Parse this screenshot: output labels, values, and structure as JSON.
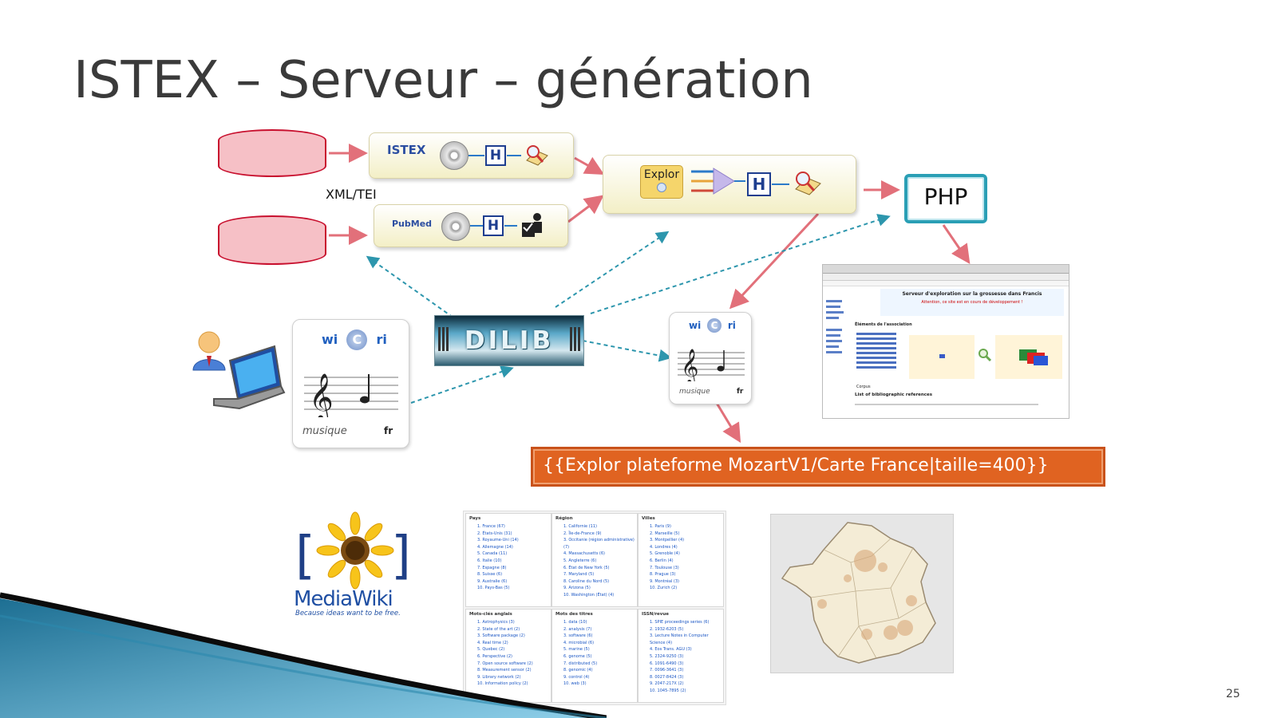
{
  "slide": {
    "title": "ISTEX – Serveur – génération",
    "page_number": "25"
  },
  "diagram": {
    "istex_logo": "ISTEX",
    "pubmed_logo": "PubMed",
    "xml_label": "XML/TEI",
    "explor_label": "Explor",
    "php_label": "PHP",
    "dilib_label": "DILIB",
    "h_label": "H",
    "wicri": {
      "left": "wi",
      "center": "C",
      "right": "ri",
      "caption": "musique",
      "lang": "fr"
    },
    "mozart_banner": "{{Explor plateforme MozartV1/Carte France|taille=400}}",
    "mediawiki_name": "MediaWiki",
    "mediawiki_tagline": "Because ideas want to be free."
  },
  "colors": {
    "arrow_red": "#e2707a",
    "arrow_teal": "#2d96ad",
    "banner": "#e06321",
    "php_border": "#2a9fb5"
  },
  "facets": [
    {
      "heading": "Pays",
      "items": [
        "1. France (67)",
        "2. États-Unis (31)",
        "3. Royaume-Uni (14)",
        "4. Allemagne (14)",
        "5. Canada (11)",
        "6. Italie (10)",
        "7. Espagne (8)",
        "8. Suisse (6)",
        "9. Australie (6)",
        "10. Pays-Bas (5)"
      ]
    },
    {
      "heading": "Région",
      "items": [
        "1. Californie (11)",
        "2. Île-de-France (9)",
        "3. Occitanie (région administrative) (7)",
        "4. Massachusetts (6)",
        "5. Angleterre (6)",
        "6. État de New York (5)",
        "7. Maryland (5)",
        "8. Caroline du Nord (5)",
        "9. Arizona (5)",
        "10. Washington (État) (4)"
      ]
    },
    {
      "heading": "Villes",
      "items": [
        "1. Paris (9)",
        "2. Marseille (5)",
        "3. Montpellier (4)",
        "4. Londres (4)",
        "5. Grenoble (4)",
        "6. Berlin (4)",
        "7. Toulouse (3)",
        "8. Prague (3)",
        "9. Montréal (3)",
        "10. Zurich (2)"
      ]
    },
    {
      "heading": "Mots-clés anglais",
      "items": [
        "1. Astrophysics (3)",
        "2. State of the art (2)",
        "3. Software package (2)",
        "4. Real time (2)",
        "5. Quebec (2)",
        "6. Perspective (2)",
        "7. Open source software (2)",
        "8. Measurement sensor (2)",
        "9. Library network (2)",
        "10. Information policy (2)"
      ]
    },
    {
      "heading": "Mots des titres",
      "items": [
        "1. data (10)",
        "2. analysis (7)",
        "3. software (6)",
        "4. microbial (6)",
        "5. marine (5)",
        "6. genome (5)",
        "7. distributed (5)",
        "8. genomic (4)",
        "9. control (4)",
        "10. web (3)"
      ]
    },
    {
      "heading": "ISSN/revue",
      "items": [
        "1. SPIE proceedings series (6)",
        "2. 1932-6203 (5)",
        "3. Lecture Notes in Computer Science (4)",
        "4. Eos Trans. AGU (3)",
        "5. 2324-9250 (3)",
        "6. 1091-6490 (3)",
        "7. 0096-3641 (3)",
        "8. 0027-8424 (3)",
        "9. 2047-217X (2)",
        "10. 1045-7895 (2)"
      ]
    }
  ],
  "website": {
    "page_heading": "Serveur d'exploration sur la grossesse dans Francis",
    "warning": "Attention, ce site est en cours de développement !",
    "section1": "Éléments de l'association",
    "section2": "List of bibliographic references",
    "corpus_label": "Corpus"
  }
}
